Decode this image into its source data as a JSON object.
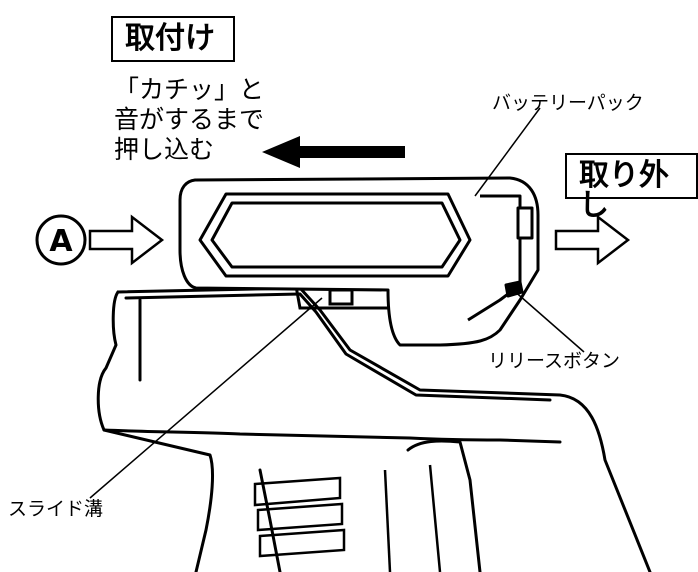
{
  "labels": {
    "attach": "取付け",
    "remove": "取り外し",
    "instruction_line1": "「カチッ」と",
    "instruction_line2": "音がするまで",
    "instruction_line3": "押し込む",
    "battery_pack": "バッテリーパック",
    "release_button": "リリースボタン",
    "slide_groove": "スライド溝",
    "marker_a": "A"
  },
  "colors": {
    "line": "#000000",
    "background": "#ffffff"
  }
}
